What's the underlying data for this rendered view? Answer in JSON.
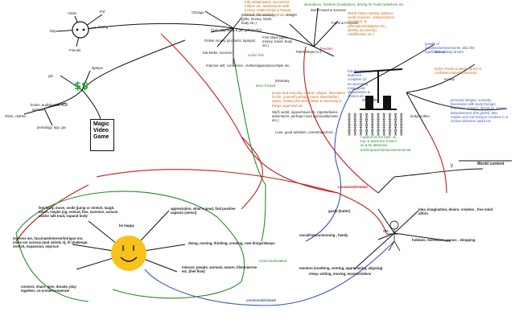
{
  "topleft": {
    "clubs": "Clubs",
    "pof": "Pof",
    "day": "Day",
    "dating": "Dating",
    "friends": "Friends"
  },
  "topcenter": {
    "chicago": "Chicago",
    "personal_life": "personal Life mastery (girls, money, travel, body etc.)",
    "first_steps": "First steps (girls, money, travel, body etc.)",
    "club": "Club, approach & get girlfriend(s)",
    "online_money": "Online money (products, laptops)",
    "eat_better": "Eat better, exercise",
    "online_hub": "online hub",
    "improve_self": "Improve self, confidence, clothes/appearance/style etc.",
    "paths": "Paths/Steps to it",
    "freedom": "freedom",
    "world_travel": "World travel & success",
    "insight": "Insight",
    "fame": "Fame & Freedom",
    "fully_independent": "fully independent, successful, mature etc. adventurous with money, relationships & beauty, friends, friends/independent etc.",
    "abundance": "abundance, freedom (meditation), driving for Fuel/create/love etc.",
    "world_class": "World Class mastery, balance, world 'success', independence (&content, & affirmation/validation etc., identity (& poverty) solidification etc.)"
  },
  "money": {
    "job": "job",
    "laptops": "laptops",
    "dollars": "$$",
    "books": "books, audiobooks, stuff",
    "website": "website",
    "shirts": "shirts, clothes",
    "pentalogy": "pentalogy, hpp, gw",
    "game": "Magic Video Game"
  },
  "middle": {
    "emissary": "Emissary",
    "kind_of_travel": "kind of travel",
    "orange_block": "power and curiosity, control, religion, fascination for life, yourself perhaps (more alive/ladder), space, making the world better & improving & things organized etc.",
    "stuff_world": "Stuff, world, space/travel etc. (sports/divine adventures, perhaps more personal/private etc.)",
    "love_ambition": "Love, good ambition, unrestrained etc.",
    "right_of_centre": "this the whole audience complete (or incorporating many good ideals/wants & desires etc.",
    "gg_with": "GGG with",
    "blue_note": "I wanna be the best, on top, & awesome (how it is) & be attractive, terrific/powerful/dominant/normal",
    "human": "human",
    "growth": "growth of activities/achievements, also life-ego/fictitious/deep dream",
    "higher_levels": "higher levels & deeper proof of confidence/satisfaction/real",
    "money_right": "money",
    "personal_intrigue": "personal intrigue, curiosity, fascination with body (hunger, machines, powers, stimulus), super attractiveness (the ghost), also maybe very low living to continue in a chosen direction (spirit etc.",
    "body_brother": "body/brother",
    "world_content": "World content",
    "y": "y"
  },
  "bottom": {
    "connected_related": "connected/related",
    "goals": "goals (butter)",
    "idea": "Idea, imagination, desire, creation , free mind affirm",
    "social": "social/interactionning , family",
    "me": "me",
    "hobbies": "hobbies, recreation, games , shopping",
    "emotion": "emotion (soothing, venting, appreciating, aligning)",
    "sleep": "sleep, writing, moving, movies/videos",
    "connected_related2": "connected/related",
    "connected_related3": "connected/related",
    "be_happy": "be happy",
    "feel_body": "feel body, move, smile (jump or stretch, laugh, touch, maybe jog, extend, flex, exercise, scream and/or talk loud, expand body",
    "appreciation": "appreciation, what's good, find positive aspects (select)",
    "impress": "impress me, fascinate/interest/intrigue me, make me curious (and satisfy it), ill challenge, stretch, expansion, improve",
    "doing": "doing, moving, thinking, creating, new things/always",
    "connect": "connect, share, give, donate, play together, co-create/cooperate",
    "interact": "interact, people, animals, nature, life/universe etc. (feel flow)"
  },
  "colors": {
    "red": "#c41a1a",
    "green": "#2a8a2a",
    "blue": "#3a58b6",
    "black": "#111111",
    "orange": "#c46a14",
    "sun": "#f6c21b",
    "dollar": "#1fae3a"
  }
}
